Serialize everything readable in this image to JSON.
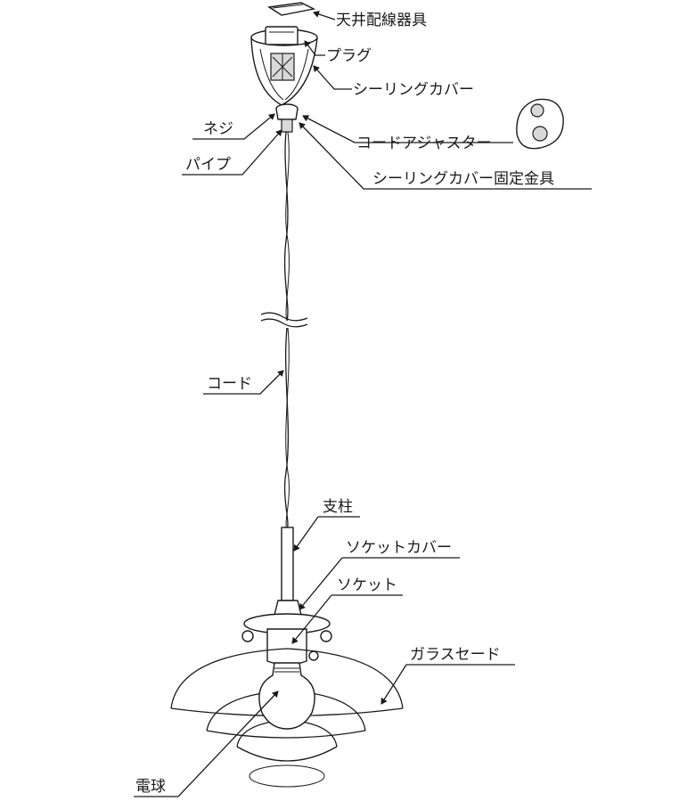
{
  "labels": {
    "ceiling_fixture": "天井配線器具",
    "plug": "プラグ",
    "ceiling_cover": "シーリングカバー",
    "cord_adjuster": "コードアジャスター",
    "cover_bracket": "シーリングカバー固定金具",
    "screw": "ネジ",
    "pipe": "パイプ",
    "cord": "コード",
    "pole": "支柱",
    "socket_cover": "ソケットカバー",
    "socket": "ソケット",
    "glass_shade": "ガラスセード",
    "bulb": "電球"
  }
}
